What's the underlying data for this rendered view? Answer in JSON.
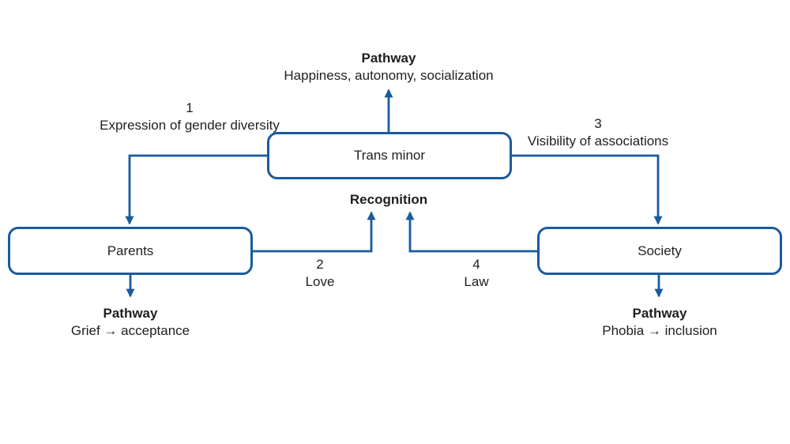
{
  "colors": {
    "accent": "#1a5b9e",
    "text": "#1f1f1f",
    "background": "#ffffff"
  },
  "nodes": {
    "trans_minor": {
      "label": "Trans minor"
    },
    "parents": {
      "label": "Parents"
    },
    "society": {
      "label": "Society"
    }
  },
  "annotations": {
    "top_pathway": {
      "title": "Pathway",
      "subtitle": "Happiness, autonomy, socialization"
    },
    "recognition": {
      "title": "Recognition"
    },
    "parents_pathway": {
      "title": "Pathway",
      "subtitle": "Grief → acceptance"
    },
    "society_pathway": {
      "title": "Pathway",
      "subtitle": "Phobia → inclusion"
    }
  },
  "edges": {
    "e1": {
      "number": "1",
      "label": "Expression of gender diversity"
    },
    "e2": {
      "number": "2",
      "label": "Love"
    },
    "e3": {
      "number": "3",
      "label": "Visibility of associations"
    },
    "e4": {
      "number": "4",
      "label": "Law"
    }
  }
}
